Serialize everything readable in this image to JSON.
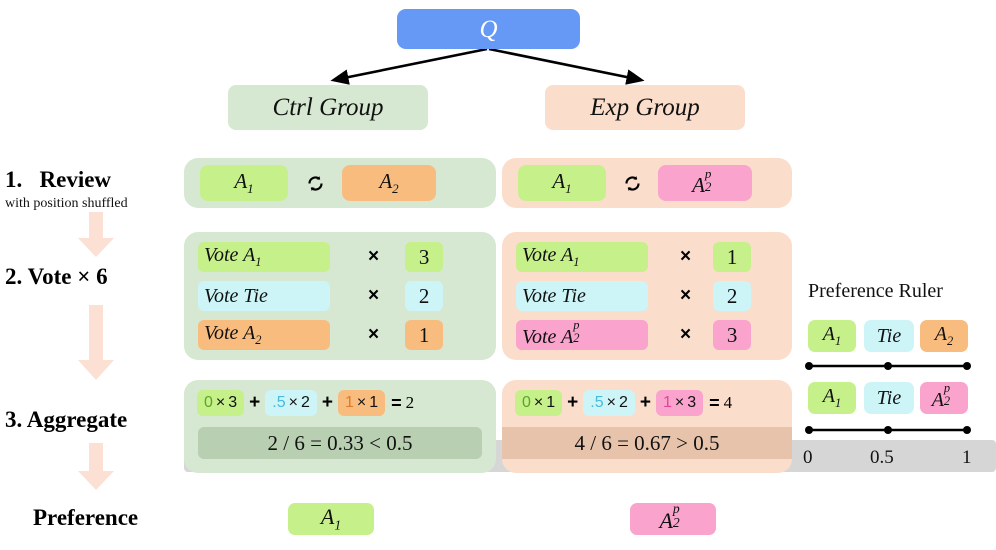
{
  "root": {
    "label": "Q"
  },
  "groups": {
    "ctrl": {
      "label": "Ctrl Group",
      "color": "#d6e8d2"
    },
    "exp": {
      "label": "Exp Group",
      "color": "#fbddcb"
    }
  },
  "steps": {
    "step1": {
      "number": "1.",
      "title": "Review",
      "subtitle": "with position shuffled"
    },
    "step2": {
      "number": "2.",
      "title": "Vote × 6"
    },
    "step3": {
      "number": "3.",
      "title": "Aggregate"
    },
    "final": {
      "title": "Preference"
    }
  },
  "review": {
    "swap_icon": "refresh-swap-icon",
    "ctrl": {
      "left_item": "A",
      "left_sub": "1",
      "right_item": "A",
      "right_sub": "2",
      "right_sup": ""
    },
    "exp": {
      "left_item": "A",
      "left_sub": "1",
      "right_item": "A",
      "right_sub": "2",
      "right_sup": "p"
    }
  },
  "vote": {
    "times_symbol": "×",
    "ctrl": {
      "rows": [
        {
          "label": "Vote A",
          "sub": "1",
          "sup": "",
          "count": "3",
          "color": "#c6f08a"
        },
        {
          "label": "Vote Tie",
          "sub": "",
          "sup": "",
          "count": "2",
          "color": "#cdf5f8"
        },
        {
          "label": "Vote A",
          "sub": "2",
          "sup": "",
          "count": "1",
          "color": "#f9bc7f"
        }
      ]
    },
    "exp": {
      "rows": [
        {
          "label": "Vote A",
          "sub": "1",
          "sup": "",
          "count": "1",
          "color": "#c6f08a"
        },
        {
          "label": "Vote Tie",
          "sub": "",
          "sup": "",
          "count": "2",
          "color": "#cdf5f8"
        },
        {
          "label": "Vote A",
          "sub": "2",
          "sup": "p",
          "count": "3",
          "color": "#f9a3cd"
        }
      ]
    }
  },
  "aggregate": {
    "plus": "+",
    "equals": "=",
    "ctrl": {
      "terms": [
        {
          "weight": "0",
          "times": "×",
          "count": "3",
          "color": "#c6f08a",
          "weight_color": "#5ca32c"
        },
        {
          "weight": ".5",
          "times": "×",
          "count": "2",
          "color": "#cdf5f8",
          "weight_color": "#49b9dd"
        },
        {
          "weight": "1",
          "times": "×",
          "count": "1",
          "color": "#f9bc7f",
          "weight_color": "#e07b26"
        }
      ],
      "total": "2",
      "summary": "2 / 6 = 0.33 < 0.5"
    },
    "exp": {
      "terms": [
        {
          "weight": "0",
          "times": "×",
          "count": "1",
          "color": "#c6f08a",
          "weight_color": "#5ca32c"
        },
        {
          "weight": ".5",
          "times": "×",
          "count": "2",
          "color": "#cdf5f8",
          "weight_color": "#49b9dd"
        },
        {
          "weight": "1",
          "times": "×",
          "count": "3",
          "color": "#f9a3cd",
          "weight_color": "#e0469a"
        }
      ],
      "total": "4",
      "summary": "4 / 6 = 0.67 > 0.5"
    }
  },
  "ruler": {
    "title": "Preference Ruler",
    "rows": [
      {
        "left": {
          "label": "A",
          "sub": "1",
          "sup": "",
          "color": "#c6f08a"
        },
        "mid": {
          "label": "Tie",
          "sub": "",
          "sup": "",
          "color": "#cdf5f8"
        },
        "right": {
          "label": "A",
          "sub": "2",
          "sup": "",
          "color": "#f9bc7f"
        }
      },
      {
        "left": {
          "label": "A",
          "sub": "1",
          "sup": "",
          "color": "#c6f08a"
        },
        "mid": {
          "label": "Tie",
          "sub": "",
          "sup": "",
          "color": "#cdf5f8"
        },
        "right": {
          "label": "A",
          "sub": "2",
          "sup": "p",
          "color": "#f9a3cd"
        }
      }
    ],
    "ticks": [
      "0",
      "0.5",
      "1"
    ]
  },
  "preference_result": {
    "ctrl": {
      "label": "A",
      "sub": "1",
      "sup": "",
      "color": "#c6f08a"
    },
    "exp": {
      "label": "A",
      "sub": "2",
      "sup": "p",
      "color": "#f9a3cd"
    }
  },
  "colors": {
    "q_blue": "#6699f5",
    "panel_green": "#d6e8d2",
    "panel_peach": "#fbddcb",
    "band_green": "#b9cfb2",
    "band_peach": "#e8c3ab",
    "band_gray": "#d6d6d6",
    "arrow_peach": "#fbe0d3"
  }
}
